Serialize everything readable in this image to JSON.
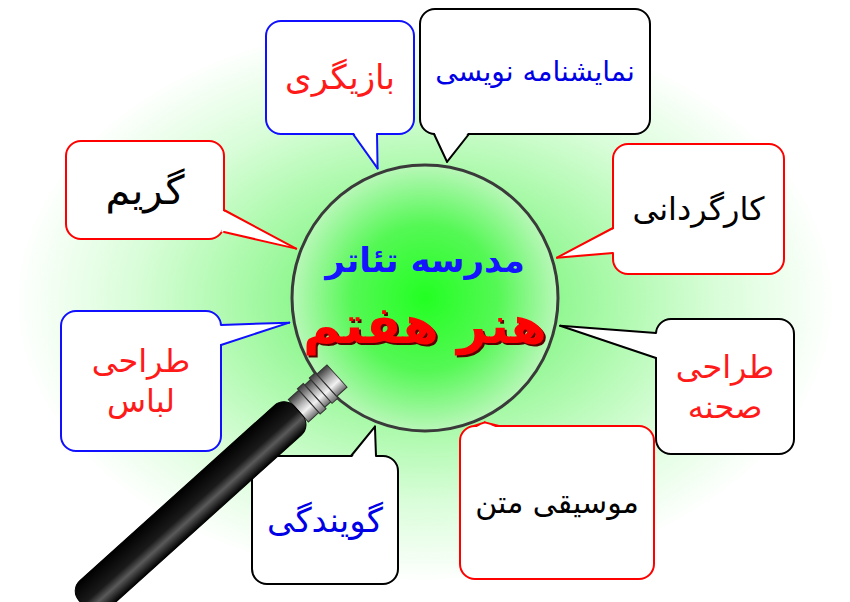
{
  "diagram": {
    "nodes": [
      {
        "text": [
          "بازیگری"
        ]
      },
      {
        "text": [
          "نمایشنامه نویسی"
        ]
      },
      {
        "text": [
          "گریم"
        ]
      },
      {
        "text": [
          "کارگردانی"
        ]
      },
      {
        "text": [
          "مدرسه تئاتر",
          "هنر هفتم"
        ]
      },
      {
        "text": [
          "طراحی لباس"
        ]
      },
      {
        "text": [
          "طراحی صحنه"
        ]
      },
      {
        "text": [
          "گویندگی"
        ]
      },
      {
        "text": [
          "موسیقی متن"
        ]
      }
    ],
    "edges": [
      {
        "from": 0,
        "to": 4,
        "arrow": "none"
      },
      {
        "from": 1,
        "to": 4,
        "arrow": "none"
      },
      {
        "from": 2,
        "to": 4,
        "arrow": "none"
      },
      {
        "from": 3,
        "to": 4,
        "arrow": "none"
      },
      {
        "from": 5,
        "to": 4,
        "arrow": "none"
      },
      {
        "from": 6,
        "to": 4,
        "arrow": "none"
      },
      {
        "from": 7,
        "to": 4,
        "arrow": "none"
      },
      {
        "from": 8,
        "to": 4,
        "arrow": "none"
      }
    ]
  }
}
